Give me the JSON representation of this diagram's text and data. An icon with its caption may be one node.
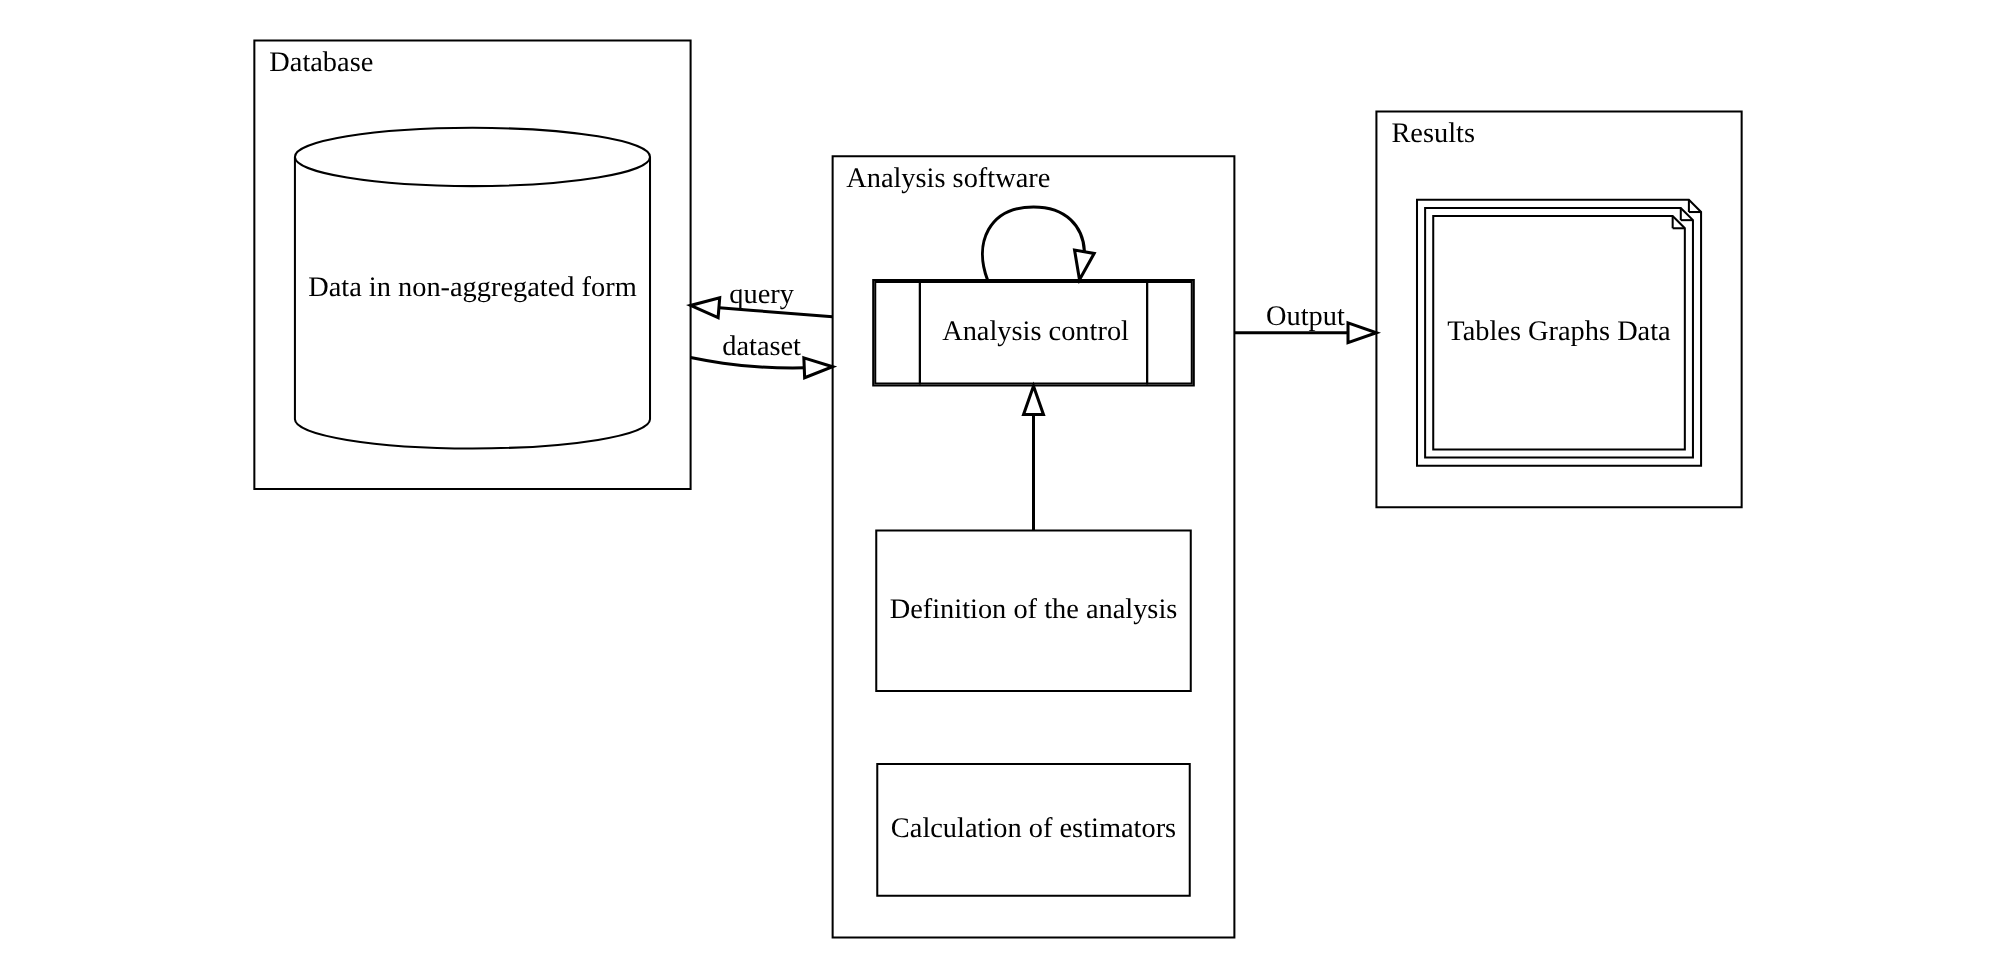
{
  "diagram": {
    "nodes": [
      {
        "text": [
          "Database"
        ]
      },
      {
        "text": [
          "Data in non-aggregated form"
        ],
        "in": 0
      },
      {
        "text": [
          "Analysis software"
        ]
      },
      {
        "text": [
          "Definition of the analysis"
        ],
        "in": 2
      },
      {
        "text": [
          "Analysis control"
        ],
        "in": 2
      },
      {
        "text": [
          "Calculation of estimators"
        ],
        "in": 2
      },
      {
        "text": [
          "Results"
        ]
      },
      {
        "text": [
          "Tables Graphs Data"
        ],
        "in": 6
      }
    ],
    "edges": [
      {
        "from": 2,
        "to": 0,
        "arrow": "to",
        "label": "query"
      },
      {
        "from": 0,
        "to": 2,
        "arrow": "to",
        "label": "dataset"
      },
      {
        "from": 3,
        "to": 4,
        "arrow": "to"
      },
      {
        "from": 4,
        "to": 4,
        "arrow": "to"
      },
      {
        "from": 2,
        "to": 6,
        "arrow": "to",
        "label": "Output"
      }
    ]
  }
}
